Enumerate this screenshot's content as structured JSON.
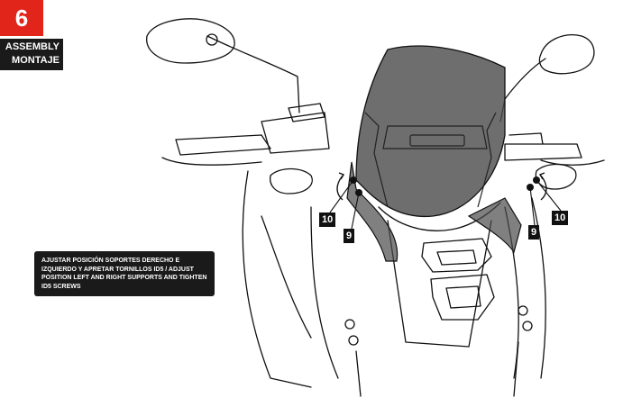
{
  "step": {
    "number": "6",
    "heading_en": "ASSEMBLY",
    "heading_es": "MONTAJE"
  },
  "note": {
    "text": "AJUSTAR POSICIÓN SOPORTES DERECHO E IZQUIERDO Y APRETAR TORNILLOS ID5 / ADJUST POSITION LEFT AND RIGHT SUPPORTS AND TIGHTEN ID5 SCREWS"
  },
  "callouts": {
    "left_10": "10",
    "left_9": "9",
    "right_9": "9",
    "right_10": "10"
  },
  "colors": {
    "accent": "#e1251b",
    "label_bg": "#1a1a1a",
    "windscreen_tint": "#4a4a4a"
  },
  "icons": {
    "illustration": "motorcycle-front-windscreen-line-art"
  }
}
